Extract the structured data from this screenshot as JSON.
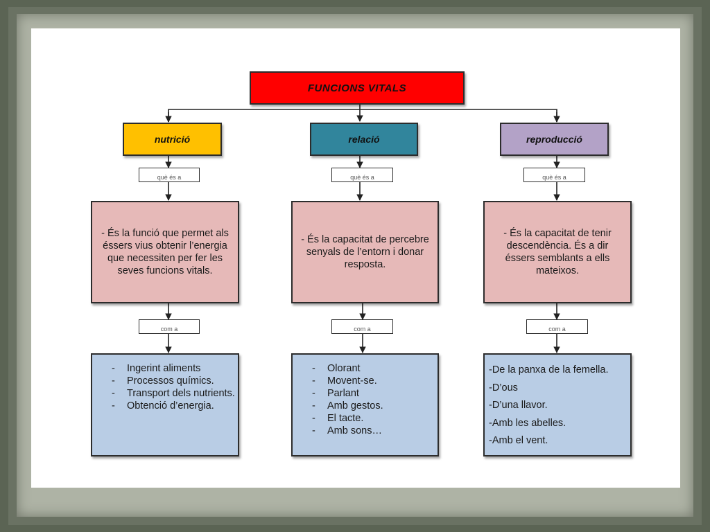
{
  "title": "FUNCIONS VITALS",
  "columns": [
    {
      "category": "nutrició",
      "connector_top": "què és a",
      "definition": "- És la funció que permet als éssers vius obtenir l’energia que necessiten per fer les seves funcions vitals.",
      "connector_bottom": "com a",
      "items": [
        "Ingerint aliments",
        "Processos químics.",
        "Transport dels nutrients.",
        "Obtenció d’energia."
      ]
    },
    {
      "category": "relació",
      "connector_top": "què és a",
      "definition": "- És la capacitat de percebre senyals de l’entorn i donar resposta.",
      "connector_bottom": "com a",
      "items": [
        "Olorant",
        "Movent-se.",
        "Parlant",
        "Amb gestos.",
        "El tacte.",
        "Amb sons…"
      ]
    },
    {
      "category": "reproducció",
      "connector_top": "què és a",
      "definition": "- És la capacitat de tenir descendència. És a dir éssers semblants a ells mateixos.",
      "connector_bottom": "com a",
      "items": [
        "-De la panxa de la femella.",
        "-D’ous",
        "-D’una llavor.",
        "-Amb les abelles.",
        "-Amb el vent."
      ]
    }
  ],
  "colors": {
    "title": "#ff0000",
    "nutricio": "#ffc000",
    "relacio": "#31859c",
    "reproduccio": "#b3a2c7",
    "definition": "#e6b9b8",
    "list": "#b9cde5"
  }
}
